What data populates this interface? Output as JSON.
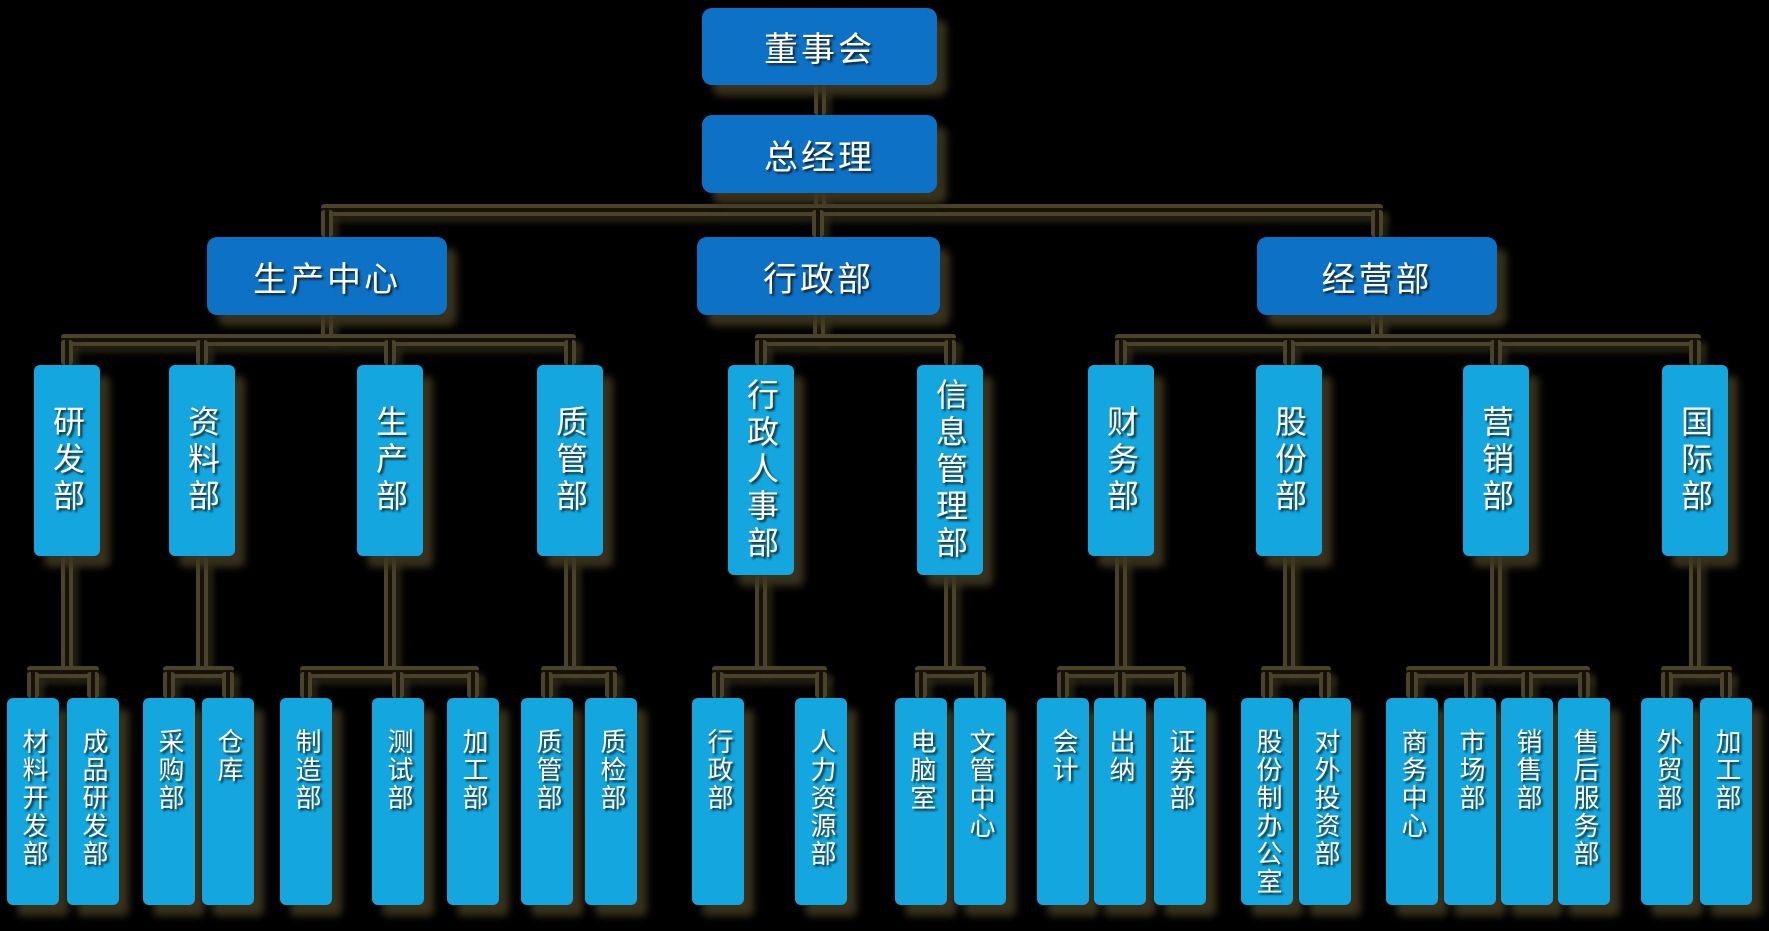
{
  "colors": {
    "background": "#000000",
    "level_box": "#0d71c5",
    "sub_box": "#13a6df",
    "text": "#ffffff",
    "connector_outer": "#4b422a",
    "connector_core": "#16120a"
  },
  "org": {
    "root": {
      "id": "board-of-directors",
      "label": "董事会"
    },
    "gm": {
      "id": "general-manager",
      "label": "总经理"
    },
    "branches": [
      {
        "id": "production-center",
        "label": "生产中心",
        "children": [
          {
            "id": "rnd-dept",
            "label": "研发部",
            "children": [
              {
                "id": "material-dev-dept",
                "label": "材料开发部"
              },
              {
                "id": "product-rnd-dept",
                "label": "成品研发部"
              }
            ]
          },
          {
            "id": "data-dept",
            "label": "资料部",
            "children": [
              {
                "id": "purchasing-dept",
                "label": "采购部"
              },
              {
                "id": "warehouse",
                "label": "仓库"
              }
            ]
          },
          {
            "id": "production-dept",
            "label": "生产部",
            "children": [
              {
                "id": "manufacturing-dept",
                "label": "制造部"
              },
              {
                "id": "testing-dept",
                "label": "测试部"
              },
              {
                "id": "processing-dept",
                "label": "加工部"
              }
            ]
          },
          {
            "id": "quality-mgmt-dept",
            "label": "质管部",
            "children": [
              {
                "id": "quality-mgmt-office",
                "label": "质管部"
              },
              {
                "id": "quality-inspection-dept",
                "label": "质检部"
              }
            ]
          }
        ]
      },
      {
        "id": "administration-dept",
        "label": "行政部",
        "children": [
          {
            "id": "admin-hr-dept",
            "label": "行政人事部",
            "children": [
              {
                "id": "admin-office",
                "label": "行政部"
              },
              {
                "id": "hr-dept",
                "label": "人力资源部"
              }
            ]
          },
          {
            "id": "info-mgmt-dept",
            "label": "信息管理部",
            "children": [
              {
                "id": "computer-room",
                "label": "电脑室"
              },
              {
                "id": "document-mgmt-center",
                "label": "文管中心"
              }
            ]
          }
        ]
      },
      {
        "id": "business-dept",
        "label": "经营部",
        "children": [
          {
            "id": "finance-dept",
            "label": "财务部",
            "children": [
              {
                "id": "accounting",
                "label": "会计"
              },
              {
                "id": "cashier",
                "label": "出纳"
              },
              {
                "id": "securities-dept",
                "label": "证券部"
              }
            ]
          },
          {
            "id": "shares-dept",
            "label": "股份部",
            "children": [
              {
                "id": "shareholding-system-office",
                "label": "股份制办公室"
              },
              {
                "id": "foreign-investment-dept",
                "label": "对外投资部"
              }
            ]
          },
          {
            "id": "marketing-dept",
            "label": "营销部",
            "children": [
              {
                "id": "business-center",
                "label": "商务中心"
              },
              {
                "id": "market-dept",
                "label": "市场部"
              },
              {
                "id": "sales-dept",
                "label": "销售部"
              },
              {
                "id": "after-sales-service-dept",
                "label": "售后服务部"
              }
            ]
          },
          {
            "id": "international-dept",
            "label": "国际部",
            "children": [
              {
                "id": "foreign-trade-dept",
                "label": "外贸部"
              },
              {
                "id": "processing-dept-intl",
                "label": "加工部"
              }
            ]
          }
        ]
      }
    ]
  }
}
